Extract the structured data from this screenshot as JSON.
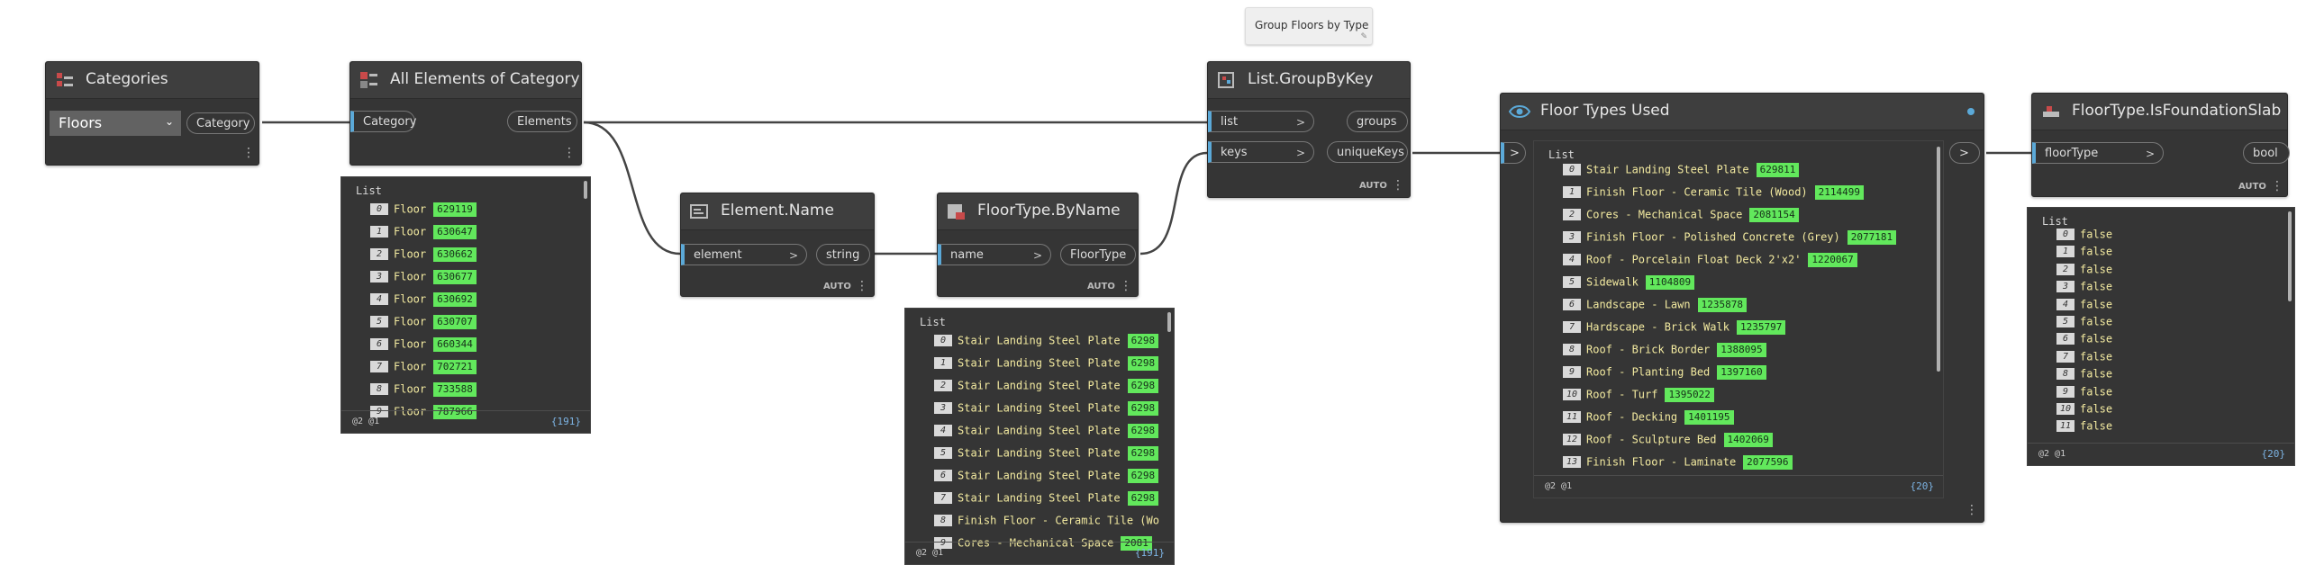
{
  "canvas": {
    "background": "#ffffff",
    "wire_color": "#444444",
    "accent": "#5ba9d8",
    "highlight_green": "#62e85c"
  },
  "nodes": {
    "categories": {
      "title": "Categories",
      "icon": "categories-icon",
      "dropdown_value": "Floors",
      "output_port": "Category"
    },
    "all_elements": {
      "title": "All Elements of Category",
      "icon": "elements-icon",
      "input_port": "Category",
      "output_port": "Elements"
    },
    "element_name": {
      "title": "Element.Name",
      "icon": "element-name-icon",
      "input_port": "element",
      "output_port": "string",
      "lacing": "AUTO"
    },
    "floor_type_by_name": {
      "title": "FloorType.ByName",
      "icon": "floortype-icon",
      "input_port": "name",
      "output_port": "FloorType",
      "lacing": "AUTO"
    },
    "group_by_key": {
      "title": "List.GroupByKey",
      "icon": "group-by-key-icon",
      "input_ports": [
        "list",
        "keys"
      ],
      "output_ports": [
        "groups",
        "uniqueKeys"
      ],
      "lacing": "AUTO"
    },
    "floor_types_used": {
      "title": "Floor Types Used",
      "icon": "eye-icon",
      "input_port": ">",
      "output_port": ">"
    },
    "is_foundation_slab": {
      "title": "FloorType.IsFoundationSlab",
      "icon": "slab-icon",
      "input_port": "floorType",
      "output_port": "bool",
      "lacing": "AUTO"
    }
  },
  "note": {
    "text": "Group Floors by Type"
  },
  "previews": {
    "floors": {
      "header": "List",
      "levels": "@2 @1",
      "count": "{191}",
      "rows": [
        {
          "i": "0",
          "t": "Floor",
          "v": "629119"
        },
        {
          "i": "1",
          "t": "Floor",
          "v": "630647"
        },
        {
          "i": "2",
          "t": "Floor",
          "v": "630662"
        },
        {
          "i": "3",
          "t": "Floor",
          "v": "630677"
        },
        {
          "i": "4",
          "t": "Floor",
          "v": "630692"
        },
        {
          "i": "5",
          "t": "Floor",
          "v": "630707"
        },
        {
          "i": "6",
          "t": "Floor",
          "v": "660344"
        },
        {
          "i": "7",
          "t": "Floor",
          "v": "702721"
        },
        {
          "i": "8",
          "t": "Floor",
          "v": "733588"
        },
        {
          "i": "9",
          "t": "Floor",
          "v": "787966"
        }
      ]
    },
    "floor_types": {
      "header": "List",
      "levels": "@2 @1",
      "count": "{191}",
      "rows": [
        {
          "i": "0",
          "t": "Stair Landing Steel Plate",
          "v": "6298"
        },
        {
          "i": "1",
          "t": "Stair Landing Steel Plate",
          "v": "6298"
        },
        {
          "i": "2",
          "t": "Stair Landing Steel Plate",
          "v": "6298"
        },
        {
          "i": "3",
          "t": "Stair Landing Steel Plate",
          "v": "6298"
        },
        {
          "i": "4",
          "t": "Stair Landing Steel Plate",
          "v": "6298"
        },
        {
          "i": "5",
          "t": "Stair Landing Steel Plate",
          "v": "6298"
        },
        {
          "i": "6",
          "t": "Stair Landing Steel Plate",
          "v": "6298"
        },
        {
          "i": "7",
          "t": "Stair Landing Steel Plate",
          "v": "6298"
        },
        {
          "i": "8",
          "t": "Finish Floor - Ceramic Tile (Wo",
          "v": ""
        },
        {
          "i": "9",
          "t": "Cores - Mechanical Space",
          "v": "2081"
        }
      ]
    },
    "floor_types_used": {
      "header": "List",
      "levels": "@2 @1",
      "count": "{20}",
      "rows": [
        {
          "i": "0",
          "t": "Stair Landing Steel Plate",
          "v": "629811"
        },
        {
          "i": "1",
          "t": "Finish Floor - Ceramic Tile (Wood)",
          "v": "2114499"
        },
        {
          "i": "2",
          "t": "Cores - Mechanical Space",
          "v": "2081154"
        },
        {
          "i": "3",
          "t": "Finish Floor - Polished Concrete (Grey)",
          "v": "2077181"
        },
        {
          "i": "4",
          "t": "Roof - Porcelain Float Deck 2'x2'",
          "v": "1220067"
        },
        {
          "i": "5",
          "t": "Sidewalk",
          "v": "1104809"
        },
        {
          "i": "6",
          "t": "Landscape - Lawn",
          "v": "1235878"
        },
        {
          "i": "7",
          "t": "Hardscape - Brick Walk",
          "v": "1235797"
        },
        {
          "i": "8",
          "t": "Roof - Brick Border",
          "v": "1388095"
        },
        {
          "i": "9",
          "t": "Roof - Planting Bed",
          "v": "1397160"
        },
        {
          "i": "10",
          "t": "Roof - Turf",
          "v": "1395022"
        },
        {
          "i": "11",
          "t": "Roof - Decking",
          "v": "1401195"
        },
        {
          "i": "12",
          "t": "Roof - Sculpture Bed",
          "v": "1402069"
        },
        {
          "i": "13",
          "t": "Finish Floor - Laminate",
          "v": "2077596"
        }
      ]
    },
    "bools": {
      "header": "List",
      "levels": "@2 @1",
      "count": "{20}",
      "rows": [
        {
          "i": "0",
          "t": "false",
          "v": ""
        },
        {
          "i": "1",
          "t": "false",
          "v": ""
        },
        {
          "i": "2",
          "t": "false",
          "v": ""
        },
        {
          "i": "3",
          "t": "false",
          "v": ""
        },
        {
          "i": "4",
          "t": "false",
          "v": ""
        },
        {
          "i": "5",
          "t": "false",
          "v": ""
        },
        {
          "i": "6",
          "t": "false",
          "v": ""
        },
        {
          "i": "7",
          "t": "false",
          "v": ""
        },
        {
          "i": "8",
          "t": "false",
          "v": ""
        },
        {
          "i": "9",
          "t": "false",
          "v": ""
        },
        {
          "i": "10",
          "t": "false",
          "v": ""
        },
        {
          "i": "11",
          "t": "false",
          "v": ""
        }
      ]
    }
  }
}
